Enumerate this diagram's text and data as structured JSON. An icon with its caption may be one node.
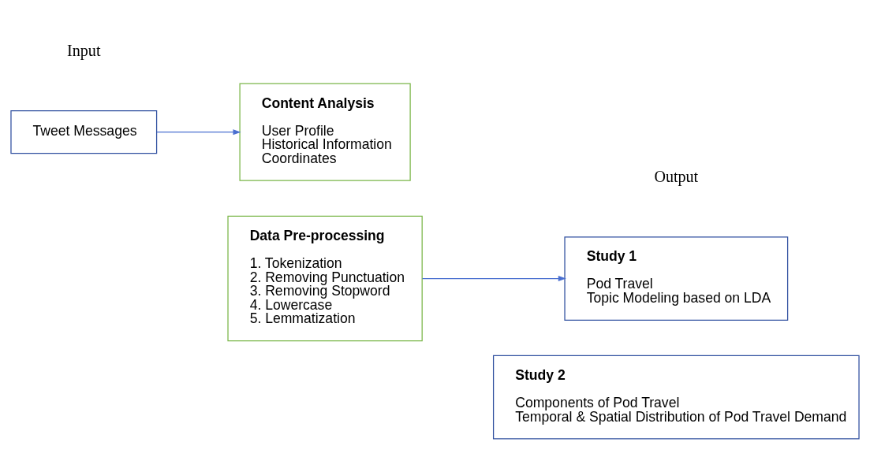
{
  "diagram": {
    "nodes": [
      {
        "text": [
          "Tweet Messages"
        ]
      },
      {
        "text": [
          "Content Analysis",
          "User Profile",
          "Historical Information",
          "Coordinates"
        ]
      },
      {
        "text": [
          "Data Pre-processing",
          "1. Tokenization",
          "2. Removing Punctuation",
          "3. Removing Stopword",
          "4. Lowercase",
          "5. Lemmatization"
        ]
      },
      {
        "text": [
          "Study 1",
          "Pod Travel",
          "Topic Modeling based on LDA"
        ]
      },
      {
        "text": [
          "Study 2",
          "Components of Pod Travel",
          "Temporal & Spatial Distribution of Pod Travel Demand"
        ]
      }
    ],
    "edges": [
      {
        "from": 0,
        "to": 1,
        "arrow": "to"
      },
      {
        "from": 2,
        "to": 3,
        "arrow": "to"
      }
    ],
    "labels": [
      "Input",
      "Output"
    ]
  }
}
